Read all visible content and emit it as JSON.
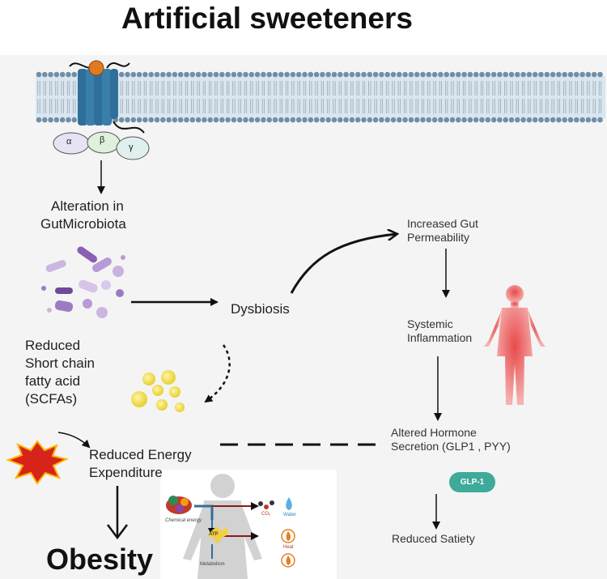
{
  "title": "Artificial sweeteners",
  "receptor": {
    "subunits": [
      "α",
      "β",
      "γ"
    ]
  },
  "labels": {
    "alteration": [
      "Alteration in",
      "GutMicrobiota"
    ],
    "dysbiosis": "Dysbiosis",
    "increased_perm": [
      "Increased Gut",
      "Permeability"
    ],
    "systemic": [
      "Systemic",
      "Inflammation"
    ],
    "scfa": [
      "Reduced",
      "Short chain",
      "fatty acid",
      "(SCFAs)"
    ],
    "energy": [
      "Reduced Energy",
      "Expenditure"
    ],
    "hormone": [
      "Altered Hormone",
      "Secretion  (GLP1 , PYY)"
    ],
    "glp1_badge": "GLP-1",
    "satiety": "Reduced Satiety",
    "obesity": "Obesity"
  },
  "inset": {
    "chemical_energy": "Chemical energy",
    "co2": "CO₂",
    "water": "Water",
    "atp": "ATP",
    "heat": "Heat",
    "metabolism": "Metabolism"
  },
  "colors": {
    "receptor": "#2f6f9a",
    "ligand": "#e07a1f",
    "microbe": "#a07cc0",
    "scfa": "#f2dc4a",
    "human": "#f08f8f",
    "glp_badge": "#3fa99a",
    "burst": "#d7241b"
  }
}
